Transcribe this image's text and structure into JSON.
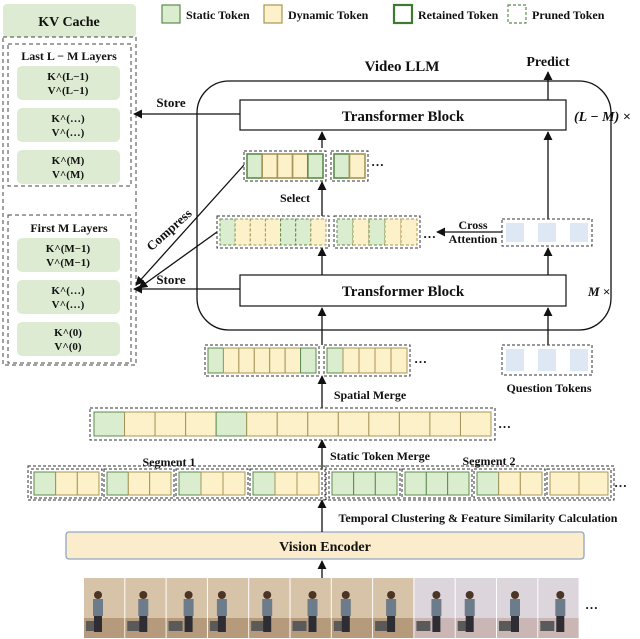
{
  "legend": {
    "static": "Static Token",
    "dynamic": "Dynamic Token",
    "retained": "Retained Token",
    "pruned": "Pruned Token"
  },
  "kv_cache": {
    "title": "KV Cache",
    "last_title": "Last L − M Layers",
    "first_title": "First M Layers",
    "last_items": [
      {
        "k": "K^(L−1)",
        "v": "V^(L−1)"
      },
      {
        "k": "K^(…)",
        "v": "V^(…)"
      },
      {
        "k": "K^(M)",
        "v": "V^(M)"
      }
    ],
    "first_items": [
      {
        "k": "K^(M−1)",
        "v": "V^(M−1)"
      },
      {
        "k": "K^(…)",
        "v": "V^(…)"
      },
      {
        "k": "K^(0)",
        "v": "V^(0)"
      }
    ]
  },
  "llm": {
    "title": "Video LLM",
    "predict": "Predict",
    "top_block": "Transformer Block",
    "top_mult": "(L − M) ×",
    "bottom_block": "Transformer Block",
    "bottom_mult": "M ×",
    "select": "Select",
    "cross_attention": [
      "Cross",
      "Attention"
    ],
    "store_top": "Store",
    "store_bottom": "Store",
    "compress": "Compress"
  },
  "pipeline": {
    "question_tokens": "Question Tokens",
    "spatial_merge": "Spatial Merge",
    "static_token_merge": "Static Token Merge",
    "segment1": "Segment 1",
    "segment2": "Segment 2",
    "temporal": "Temporal Clustering & Feature Similarity Calculation",
    "vision_encoder": "Vision Encoder",
    "ellipsis": "…"
  },
  "colors": {
    "static_fill": "#dbedcf",
    "static_stroke": "#5d8a4e",
    "dynamic_fill": "#fdf1c9",
    "dynamic_stroke": "#a69558",
    "question_fill": "#dde8f4",
    "kv_fill": "#dcebd2",
    "encoder_fill": "#fbeccb",
    "encoder_stroke": "#8fa6c9"
  }
}
